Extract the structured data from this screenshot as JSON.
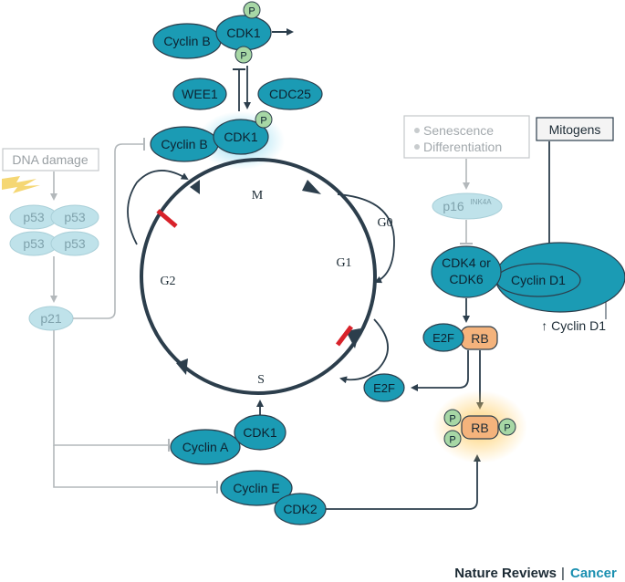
{
  "top_complex": {
    "cyclin": "Cyclin B",
    "cdk": "CDK1",
    "phospho": "P"
  },
  "regulators": {
    "wee1": "WEE1",
    "cdc25": "CDC25"
  },
  "mid_complex": {
    "cyclin": "Cyclin B",
    "cdk": "CDK1",
    "phospho": "P"
  },
  "dna_damage": {
    "label": "DNA damage",
    "p53": "p53",
    "p21": "p21"
  },
  "cycle": {
    "m": "M",
    "g0": "G0",
    "g1": "G1",
    "s": "S",
    "g2": "G2"
  },
  "e2f_free": "E2F",
  "cyclin_a_complex": {
    "cyclin": "Cyclin A",
    "cdk": "CDK1"
  },
  "cyclin_e_complex": {
    "cyclin": "Cyclin E",
    "cdk": "CDK2"
  },
  "senescence_box": {
    "line1": "Senescence",
    "line2": "Differentiation"
  },
  "mitogens": "Mitogens",
  "p16": {
    "base": "p16",
    "sup": "INK4A"
  },
  "cdk46": {
    "line1": "CDK4 or",
    "line2": "CDK6"
  },
  "cyclin_d1": "Cyclin D1",
  "cyclin_d1_up": "↑ Cyclin D1",
  "e2f_rb": {
    "e2f": "E2F",
    "rb": "RB"
  },
  "rb_p": {
    "rb": "RB",
    "phospho": "P"
  },
  "footer": {
    "journal": "Nature Reviews",
    "sep": "|",
    "section": "Cancer"
  },
  "colors": {
    "teal": "#1b9bb4",
    "dark": "#2c3e4c",
    "pale": "#b9e1ea",
    "grey": "#b3b8bb",
    "red": "#d8222a",
    "rb_orange": "#f4b37c",
    "phospho_green": "#a7d7a5",
    "cancer_blue": "#1a8fb0"
  }
}
